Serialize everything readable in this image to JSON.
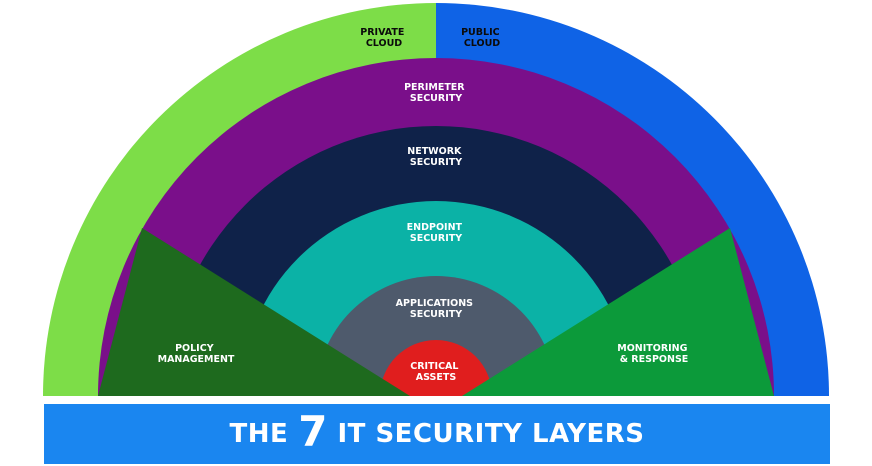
{
  "layers": {
    "private_cloud": {
      "line1": "PRIVATE",
      "line2": "CLOUD",
      "color": "#7ddd48"
    },
    "public_cloud": {
      "line1": "PUBLIC",
      "line2": "CLOUD",
      "color": "#0f63e6"
    },
    "perimeter": {
      "line1": "PERIMETER",
      "line2": "SECURITY",
      "color": "#7a0f8a"
    },
    "network": {
      "line1": "NETWORK",
      "line2": "SECURITY",
      "color": "#0f2249"
    },
    "endpoint": {
      "line1": "ENDPOINT",
      "line2": "SECURITY",
      "color": "#0bb2a6"
    },
    "applications": {
      "line1": "APPLICATIONS",
      "line2": "SECURITY",
      "color": "#4e5a6c"
    },
    "critical": {
      "line1": "CRITICAL",
      "line2": "ASSETS",
      "color": "#e01e1e"
    },
    "policy": {
      "line1": "POLICY",
      "line2": "MANAGEMENT",
      "color": "#1e6a1e"
    },
    "monitoring": {
      "line1": "MONITORING",
      "line2": "& RESPONSE",
      "color": "#0c9a3a"
    }
  },
  "title": {
    "prefix": "THE",
    "number": "7",
    "suffix": "IT SECURITY LAYERS",
    "color": "#1a86f0"
  }
}
